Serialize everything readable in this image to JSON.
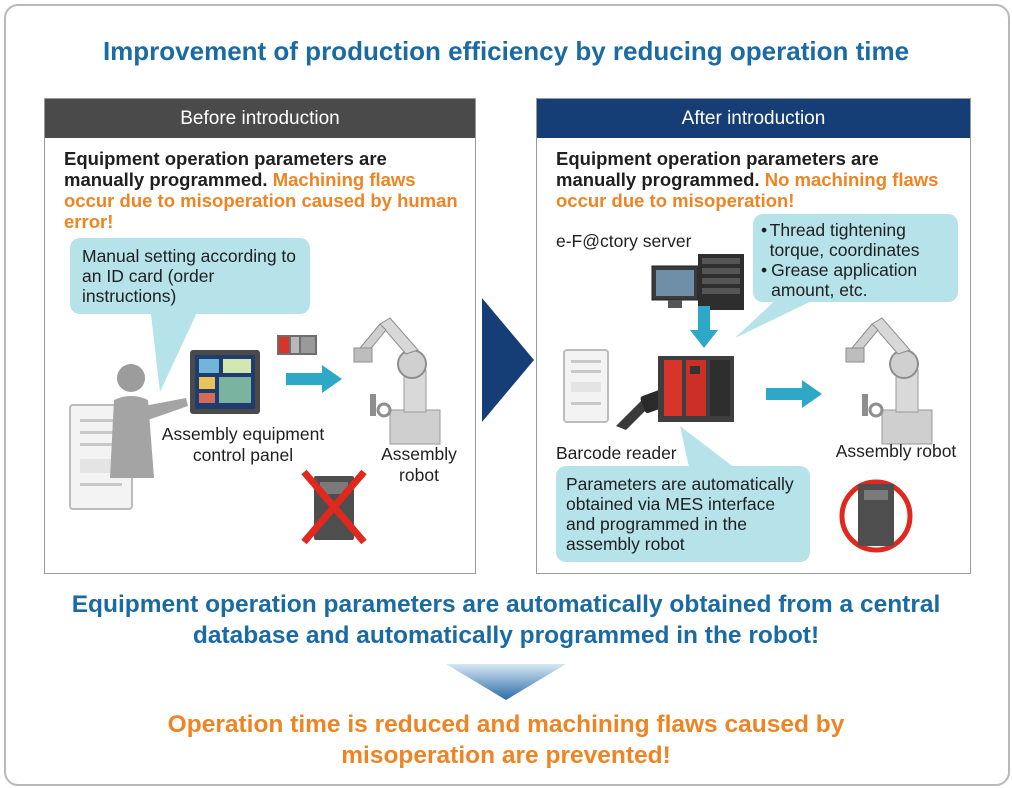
{
  "title": "Improvement of production efficiency by reducing operation time",
  "before": {
    "header": "Before introduction",
    "desc_black": "Equipment operation parameters are manually programmed.",
    "desc_orange": "Machining flaws occur due to misoperation caused by human error!",
    "bubble": "Manual setting according to an ID card (order instructions)",
    "label_panel": "Assembly equipment control panel",
    "label_robot": "Assembly robot"
  },
  "after": {
    "header": "After introduction",
    "desc_black": "Equipment operation parameters are manually programmed.",
    "desc_orange": "No machining flaws occur due to misoperation!",
    "label_server": "e-F@ctory server",
    "bullets": [
      "Thread tightening torque, coordinates",
      "Grease application amount, etc."
    ],
    "label_barcode": "Barcode reader",
    "label_robot": "Assembly robot",
    "bubble": "Parameters are automatically obtained via MES interface and programmed in the assembly robot"
  },
  "conclusion": "Equipment operation parameters are automatically obtained from a central database and automatically programmed in the robot!",
  "result": "Operation time is reduced and machining flaws caused by misoperation are prevented!",
  "colors": {
    "title_blue": "#1a6aa3",
    "orange": "#ee8423",
    "bubble": "#b6e2ea",
    "after_header": "#163e76",
    "before_header": "#4a4a4a",
    "arrow": "#2fa8c8",
    "cross": "#e0281e"
  }
}
